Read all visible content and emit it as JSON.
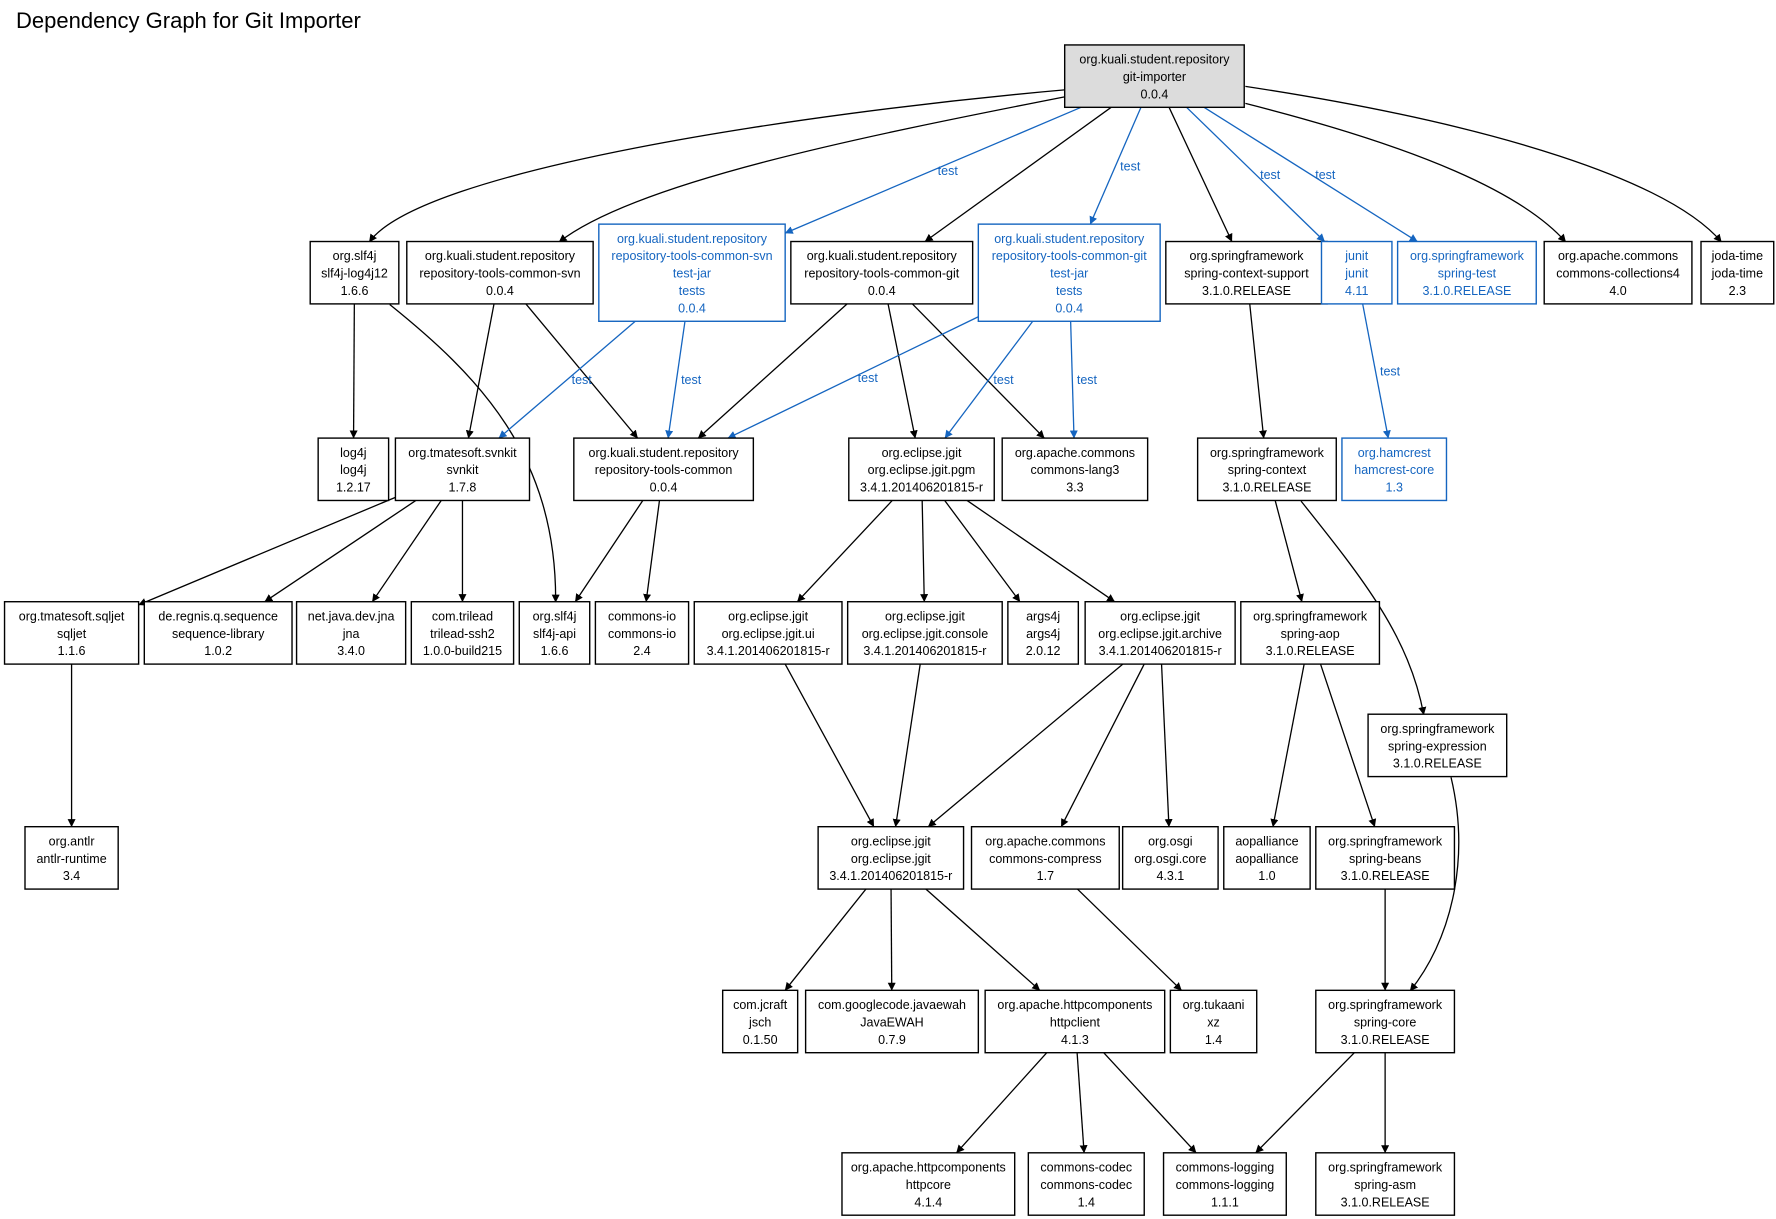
{
  "title": "Dependency Graph for Git Importer",
  "colors": {
    "default": "#000000",
    "test": "#1565c0",
    "root_fill": "#dcdcdc"
  },
  "nodes": [
    {
      "id": "root",
      "lines": [
        "org.kuali.student.repository",
        "git-importer",
        "0.0.4"
      ],
      "style": "root"
    },
    {
      "id": "slf4j-log4j12",
      "lines": [
        "org.slf4j",
        "slf4j-log4j12",
        "1.6.6"
      ],
      "style": "normal"
    },
    {
      "id": "rtc-svn",
      "lines": [
        "org.kuali.student.repository",
        "repository-tools-common-svn",
        "0.0.4"
      ],
      "style": "normal"
    },
    {
      "id": "rtc-svn-tests",
      "lines": [
        "org.kuali.student.repository",
        "repository-tools-common-svn",
        "test-jar",
        "tests",
        "0.0.4"
      ],
      "style": "test"
    },
    {
      "id": "rtc-git",
      "lines": [
        "org.kuali.student.repository",
        "repository-tools-common-git",
        "0.0.4"
      ],
      "style": "normal"
    },
    {
      "id": "rtc-git-tests",
      "lines": [
        "org.kuali.student.repository",
        "repository-tools-common-git",
        "test-jar",
        "tests",
        "0.0.4"
      ],
      "style": "test"
    },
    {
      "id": "spring-context-support",
      "lines": [
        "org.springframework",
        "spring-context-support",
        "3.1.0.RELEASE"
      ],
      "style": "normal"
    },
    {
      "id": "junit",
      "lines": [
        "junit",
        "junit",
        "4.11"
      ],
      "style": "test"
    },
    {
      "id": "spring-test",
      "lines": [
        "org.springframework",
        "spring-test",
        "3.1.0.RELEASE"
      ],
      "style": "test"
    },
    {
      "id": "collections4",
      "lines": [
        "org.apache.commons",
        "commons-collections4",
        "4.0"
      ],
      "style": "normal"
    },
    {
      "id": "joda-time",
      "lines": [
        "joda-time",
        "joda-time",
        "2.3"
      ],
      "style": "normal"
    },
    {
      "id": "log4j",
      "lines": [
        "log4j",
        "log4j",
        "1.2.17"
      ],
      "style": "normal"
    },
    {
      "id": "svnkit",
      "lines": [
        "org.tmatesoft.svnkit",
        "svnkit",
        "1.7.8"
      ],
      "style": "normal"
    },
    {
      "id": "rtc",
      "lines": [
        "org.kuali.student.repository",
        "repository-tools-common",
        "0.0.4"
      ],
      "style": "normal"
    },
    {
      "id": "jgit-pgm",
      "lines": [
        "org.eclipse.jgit",
        "org.eclipse.jgit.pgm",
        "3.4.1.201406201815-r"
      ],
      "style": "normal"
    },
    {
      "id": "lang3",
      "lines": [
        "org.apache.commons",
        "commons-lang3",
        "3.3"
      ],
      "style": "normal"
    },
    {
      "id": "spring-context",
      "lines": [
        "org.springframework",
        "spring-context",
        "3.1.0.RELEASE"
      ],
      "style": "normal"
    },
    {
      "id": "hamcrest",
      "lines": [
        "org.hamcrest",
        "hamcrest-core",
        "1.3"
      ],
      "style": "test"
    },
    {
      "id": "sqljet",
      "lines": [
        "org.tmatesoft.sqljet",
        "sqljet",
        "1.1.6"
      ],
      "style": "normal"
    },
    {
      "id": "seqlib",
      "lines": [
        "de.regnis.q.sequence",
        "sequence-library",
        "1.0.2"
      ],
      "style": "normal"
    },
    {
      "id": "jna",
      "lines": [
        "net.java.dev.jna",
        "jna",
        "3.4.0"
      ],
      "style": "normal"
    },
    {
      "id": "trilead",
      "lines": [
        "com.trilead",
        "trilead-ssh2",
        "1.0.0-build215"
      ],
      "style": "normal"
    },
    {
      "id": "slf4j-api",
      "lines": [
        "org.slf4j",
        "slf4j-api",
        "1.6.6"
      ],
      "style": "normal"
    },
    {
      "id": "commons-io",
      "lines": [
        "commons-io",
        "commons-io",
        "2.4"
      ],
      "style": "normal"
    },
    {
      "id": "jgit-ui",
      "lines": [
        "org.eclipse.jgit",
        "org.eclipse.jgit.ui",
        "3.4.1.201406201815-r"
      ],
      "style": "normal"
    },
    {
      "id": "jgit-console",
      "lines": [
        "org.eclipse.jgit",
        "org.eclipse.jgit.console",
        "3.4.1.201406201815-r"
      ],
      "style": "normal"
    },
    {
      "id": "args4j",
      "lines": [
        "args4j",
        "args4j",
        "2.0.12"
      ],
      "style": "normal"
    },
    {
      "id": "jgit-archive",
      "lines": [
        "org.eclipse.jgit",
        "org.eclipse.jgit.archive",
        "3.4.1.201406201815-r"
      ],
      "style": "normal"
    },
    {
      "id": "spring-aop",
      "lines": [
        "org.springframework",
        "spring-aop",
        "3.1.0.RELEASE"
      ],
      "style": "normal"
    },
    {
      "id": "spring-expression",
      "lines": [
        "org.springframework",
        "spring-expression",
        "3.1.0.RELEASE"
      ],
      "style": "normal"
    },
    {
      "id": "antlr",
      "lines": [
        "org.antlr",
        "antlr-runtime",
        "3.4"
      ],
      "style": "normal"
    },
    {
      "id": "jgit",
      "lines": [
        "org.eclipse.jgit",
        "org.eclipse.jgit",
        "3.4.1.201406201815-r"
      ],
      "style": "normal"
    },
    {
      "id": "compress",
      "lines": [
        "org.apache.commons",
        "commons-compress",
        "1.7"
      ],
      "style": "normal"
    },
    {
      "id": "osgi",
      "lines": [
        "org.osgi",
        "org.osgi.core",
        "4.3.1"
      ],
      "style": "normal"
    },
    {
      "id": "aopalliance",
      "lines": [
        "aopalliance",
        "aopalliance",
        "1.0"
      ],
      "style": "normal"
    },
    {
      "id": "spring-beans",
      "lines": [
        "org.springframework",
        "spring-beans",
        "3.1.0.RELEASE"
      ],
      "style": "normal"
    },
    {
      "id": "jsch",
      "lines": [
        "com.jcraft",
        "jsch",
        "0.1.50"
      ],
      "style": "normal"
    },
    {
      "id": "javaewah",
      "lines": [
        "com.googlecode.javaewah",
        "JavaEWAH",
        "0.7.9"
      ],
      "style": "normal"
    },
    {
      "id": "httpclient",
      "lines": [
        "org.apache.httpcomponents",
        "httpclient",
        "4.1.3"
      ],
      "style": "normal"
    },
    {
      "id": "xz",
      "lines": [
        "org.tukaani",
        "xz",
        "1.4"
      ],
      "style": "normal"
    },
    {
      "id": "spring-core",
      "lines": [
        "org.springframework",
        "spring-core",
        "3.1.0.RELEASE"
      ],
      "style": "normal"
    },
    {
      "id": "httpcore",
      "lines": [
        "org.apache.httpcomponents",
        "httpcore",
        "4.1.4"
      ],
      "style": "normal"
    },
    {
      "id": "codec",
      "lines": [
        "commons-codec",
        "commons-codec",
        "1.4"
      ],
      "style": "normal"
    },
    {
      "id": "logging",
      "lines": [
        "commons-logging",
        "commons-logging",
        "1.1.1"
      ],
      "style": "normal"
    },
    {
      "id": "spring-asm",
      "lines": [
        "org.springframework",
        "spring-asm",
        "3.1.0.RELEASE"
      ],
      "style": "normal"
    }
  ],
  "edges": [
    {
      "from": "root",
      "to": "slf4j-log4j12",
      "label": ""
    },
    {
      "from": "root",
      "to": "rtc-svn",
      "label": ""
    },
    {
      "from": "root",
      "to": "rtc-svn-tests",
      "label": "test"
    },
    {
      "from": "root",
      "to": "rtc-git",
      "label": ""
    },
    {
      "from": "root",
      "to": "rtc-git-tests",
      "label": "test"
    },
    {
      "from": "root",
      "to": "spring-context-support",
      "label": ""
    },
    {
      "from": "root",
      "to": "junit",
      "label": "test"
    },
    {
      "from": "root",
      "to": "spring-test",
      "label": "test"
    },
    {
      "from": "root",
      "to": "collections4",
      "label": ""
    },
    {
      "from": "root",
      "to": "joda-time",
      "label": ""
    },
    {
      "from": "slf4j-log4j12",
      "to": "log4j",
      "label": ""
    },
    {
      "from": "slf4j-log4j12",
      "to": "slf4j-api",
      "label": ""
    },
    {
      "from": "rtc-svn",
      "to": "svnkit",
      "label": ""
    },
    {
      "from": "rtc-svn",
      "to": "rtc",
      "label": ""
    },
    {
      "from": "rtc-svn-tests",
      "to": "svnkit",
      "label": "test"
    },
    {
      "from": "rtc-svn-tests",
      "to": "rtc",
      "label": "test"
    },
    {
      "from": "rtc-git",
      "to": "rtc",
      "label": ""
    },
    {
      "from": "rtc-git",
      "to": "jgit-pgm",
      "label": ""
    },
    {
      "from": "rtc-git",
      "to": "lang3",
      "label": ""
    },
    {
      "from": "rtc-git-tests",
      "to": "rtc",
      "label": "test"
    },
    {
      "from": "rtc-git-tests",
      "to": "jgit-pgm",
      "label": "test"
    },
    {
      "from": "rtc-git-tests",
      "to": "lang3",
      "label": "test"
    },
    {
      "from": "spring-context-support",
      "to": "spring-context",
      "label": ""
    },
    {
      "from": "junit",
      "to": "hamcrest",
      "label": "test"
    },
    {
      "from": "svnkit",
      "to": "sqljet",
      "label": ""
    },
    {
      "from": "svnkit",
      "to": "seqlib",
      "label": ""
    },
    {
      "from": "svnkit",
      "to": "jna",
      "label": ""
    },
    {
      "from": "svnkit",
      "to": "trilead",
      "label": ""
    },
    {
      "from": "rtc",
      "to": "slf4j-api",
      "label": ""
    },
    {
      "from": "rtc",
      "to": "commons-io",
      "label": ""
    },
    {
      "from": "jgit-pgm",
      "to": "jgit-ui",
      "label": ""
    },
    {
      "from": "jgit-pgm",
      "to": "jgit-console",
      "label": ""
    },
    {
      "from": "jgit-pgm",
      "to": "args4j",
      "label": ""
    },
    {
      "from": "jgit-pgm",
      "to": "jgit-archive",
      "label": ""
    },
    {
      "from": "spring-context",
      "to": "spring-aop",
      "label": ""
    },
    {
      "from": "spring-context",
      "to": "spring-expression",
      "label": ""
    },
    {
      "from": "sqljet",
      "to": "antlr",
      "label": ""
    },
    {
      "from": "jgit-ui",
      "to": "jgit",
      "label": ""
    },
    {
      "from": "jgit-console",
      "to": "jgit",
      "label": ""
    },
    {
      "from": "jgit-archive",
      "to": "jgit",
      "label": ""
    },
    {
      "from": "jgit-archive",
      "to": "compress",
      "label": ""
    },
    {
      "from": "jgit-archive",
      "to": "osgi",
      "label": ""
    },
    {
      "from": "spring-aop",
      "to": "aopalliance",
      "label": ""
    },
    {
      "from": "spring-aop",
      "to": "spring-beans",
      "label": ""
    },
    {
      "from": "spring-expression",
      "to": "spring-core",
      "label": ""
    },
    {
      "from": "spring-beans",
      "to": "spring-core",
      "label": ""
    },
    {
      "from": "jgit",
      "to": "jsch",
      "label": ""
    },
    {
      "from": "jgit",
      "to": "javaewah",
      "label": ""
    },
    {
      "from": "jgit",
      "to": "httpclient",
      "label": ""
    },
    {
      "from": "compress",
      "to": "xz",
      "label": ""
    },
    {
      "from": "httpclient",
      "to": "httpcore",
      "label": ""
    },
    {
      "from": "httpclient",
      "to": "codec",
      "label": ""
    },
    {
      "from": "httpclient",
      "to": "logging",
      "label": ""
    },
    {
      "from": "spring-core",
      "to": "logging",
      "label": ""
    },
    {
      "from": "spring-core",
      "to": "spring-asm",
      "label": ""
    }
  ]
}
